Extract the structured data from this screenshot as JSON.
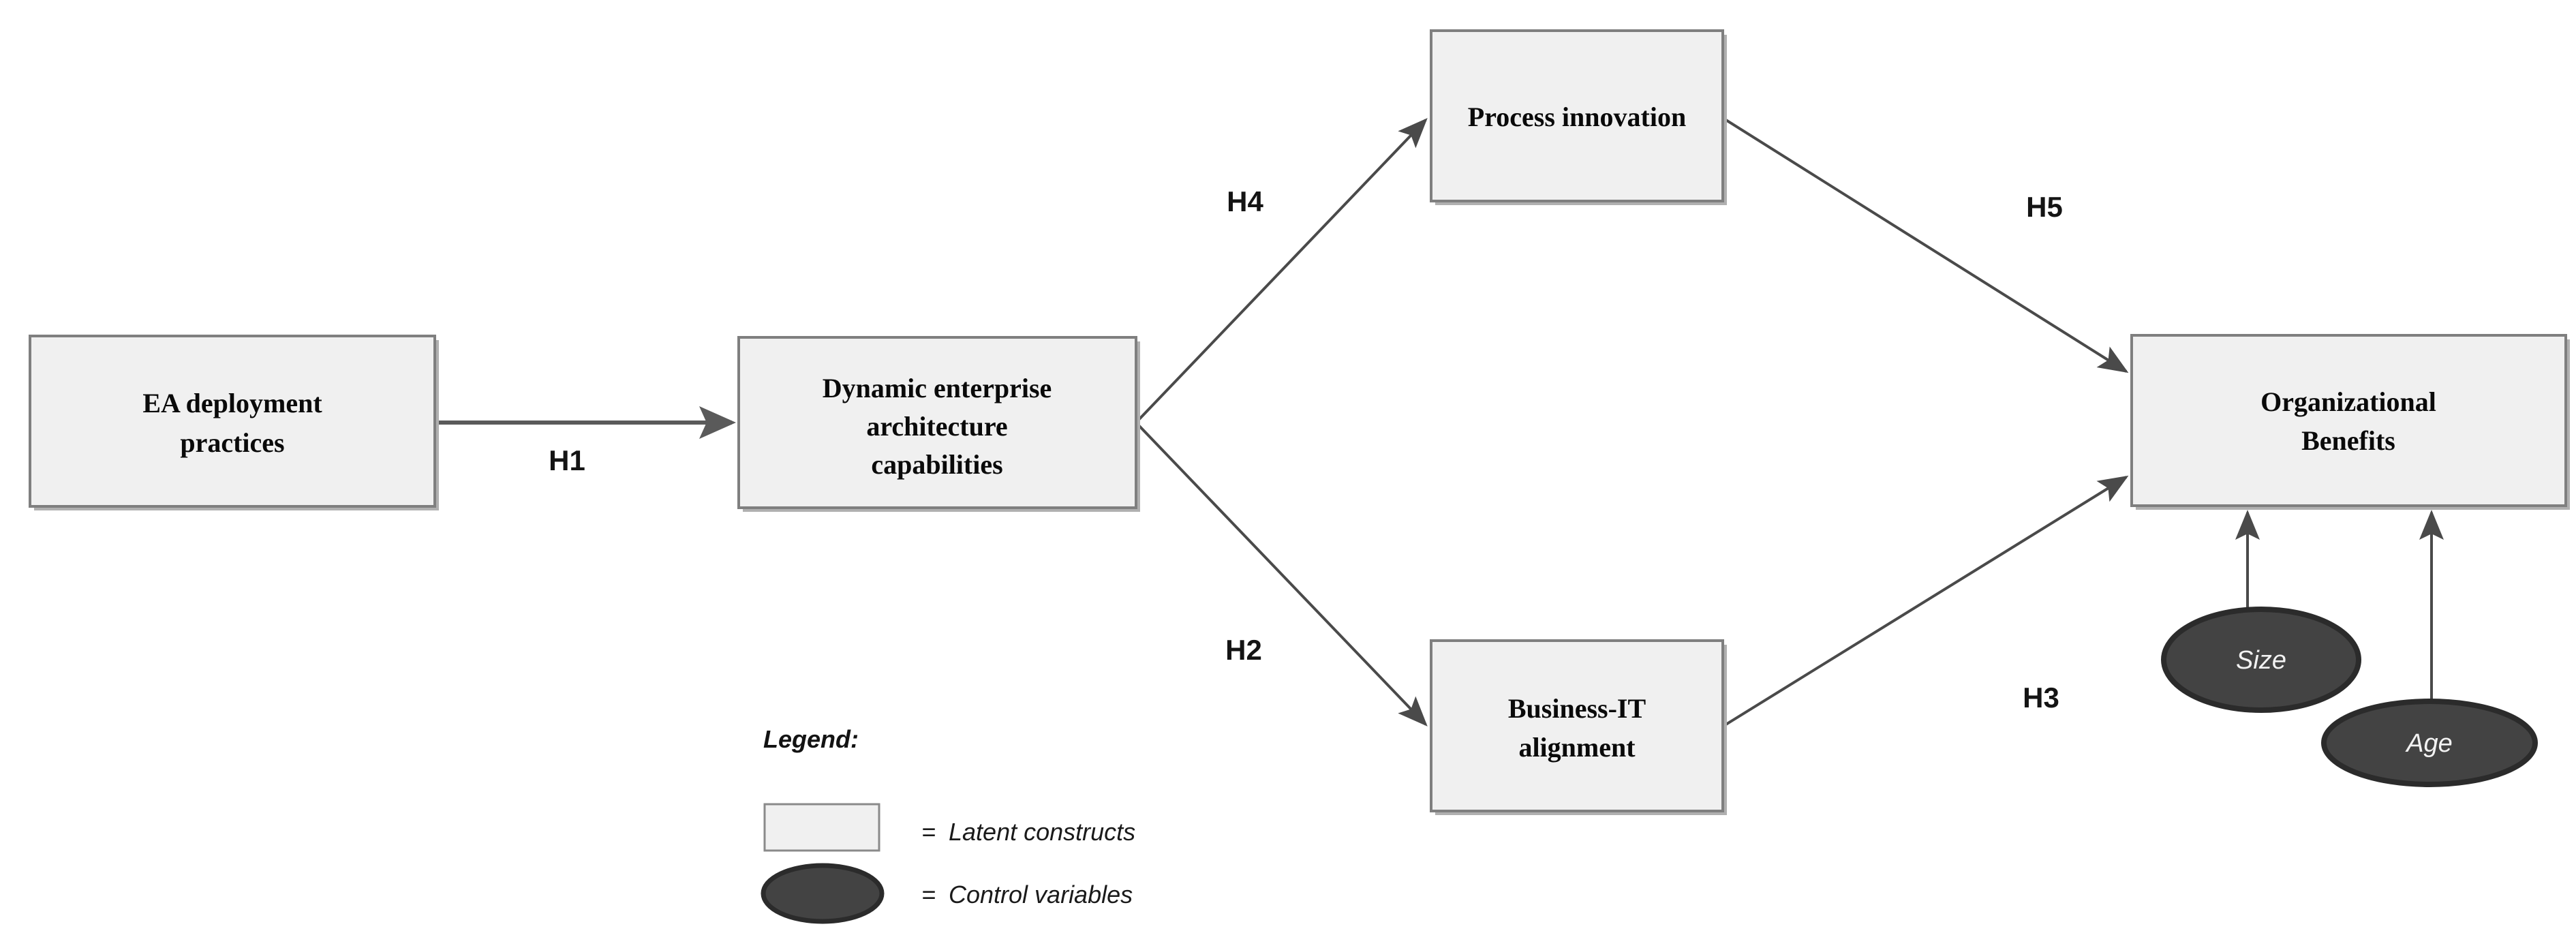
{
  "diagram": {
    "type": "research-model-path-diagram",
    "background_color": "#ffffff",
    "construct_fill": "#f0f0f0",
    "construct_border": "#7f7f7f",
    "control_fill": "#434343",
    "control_border": "#2b2b2b",
    "arrow_color": "#4a4a4a"
  },
  "constructs": {
    "ea_deployment": {
      "line1": "EA deployment",
      "line2": "practices"
    },
    "dynamic_capabilities": {
      "line1": "Dynamic enterprise",
      "line2": "architecture",
      "line3": "capabilities"
    },
    "process_innovation": {
      "line1": "Process innovation"
    },
    "business_it_alignment": {
      "line1": "Business-IT",
      "line2": "alignment"
    },
    "organizational_benefits": {
      "line1": "Organizational",
      "line2": "Benefits"
    }
  },
  "controls": {
    "size": {
      "label": "Size"
    },
    "age": {
      "label": "Age"
    }
  },
  "hypotheses": {
    "h1": {
      "label": "H1",
      "from": "EA deployment practices",
      "to": "Dynamic enterprise architecture capabilities"
    },
    "h2": {
      "label": "H2",
      "from": "Dynamic enterprise architecture capabilities",
      "to": "Business-IT alignment"
    },
    "h3": {
      "label": "H3",
      "from": "Business-IT alignment",
      "to": "Organizational Benefits"
    },
    "h4": {
      "label": "H4",
      "from": "Dynamic enterprise architecture capabilities",
      "to": "Process innovation"
    },
    "h5": {
      "label": "H5",
      "from": "Process innovation",
      "to": "Organizational Benefits"
    }
  },
  "legend": {
    "title": "Legend:",
    "items": [
      {
        "symbol": "rectangle",
        "equals": "=",
        "text": "Latent constructs"
      },
      {
        "symbol": "ellipse",
        "equals": "=",
        "text": "Control variables"
      }
    ]
  }
}
